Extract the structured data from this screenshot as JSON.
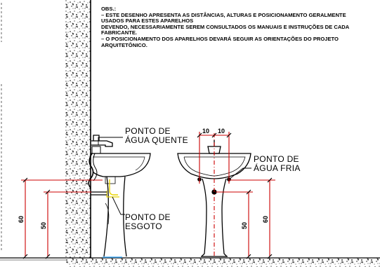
{
  "notes": {
    "heading": "OBS.:",
    "lines": [
      "– ESTE DESENHO APRESENTA AS DISTÂNCIAS, ALTURAS E POSICIONAMENTO GERALMENTE",
      "USADOS PARA ESTES APARELHOS",
      "DEVENDO, NECESSARIAMENTE SEREM CONSULTADOS OS MANUAIS E INSTRUÇÕES DE CADA",
      "FABRICANTE.",
      "– O POSICIONAMENTO DOS APARELHOS DEVARÁ SEGUIR AS ORIENTAÇÕES DO PROJETO",
      "ARQUITETÔNICO."
    ]
  },
  "labels": {
    "hot_water": [
      "PONTO DE",
      "ÁGUA QUENTE"
    ],
    "cold_water": [
      "PONTO DE",
      "ÁGUA FRIA"
    ],
    "sewage": [
      "PONTO DE",
      "ESGOTO"
    ]
  },
  "dimensions": {
    "left_outer": "60",
    "left_inner": "50",
    "right_inner": "50",
    "right_outer": "60",
    "top_left": "10",
    "top_right": "10"
  },
  "colors": {
    "dimension_lines": "#cc0000",
    "linework": "#000000",
    "pipe_highlight": "#e8d400",
    "floor_highlight": "#3fa9f5"
  }
}
